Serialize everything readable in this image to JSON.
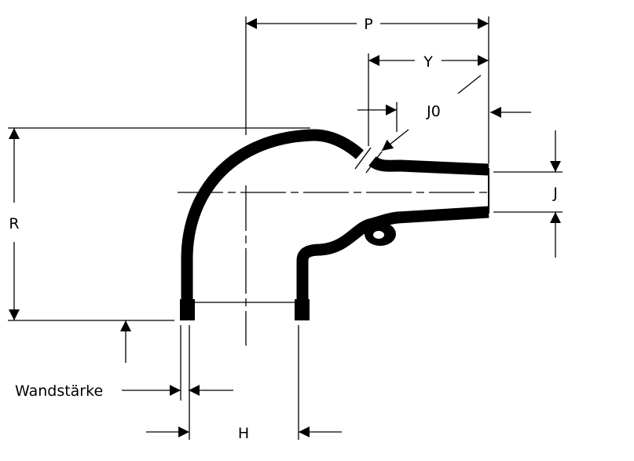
{
  "labels": {
    "p": "P",
    "y": "Y",
    "j0": "J0",
    "j": "J",
    "r": "R",
    "h": "H",
    "wall_thickness": "Wandstärke"
  },
  "colors": {
    "ink": "#000000",
    "background": "#ffffff"
  }
}
